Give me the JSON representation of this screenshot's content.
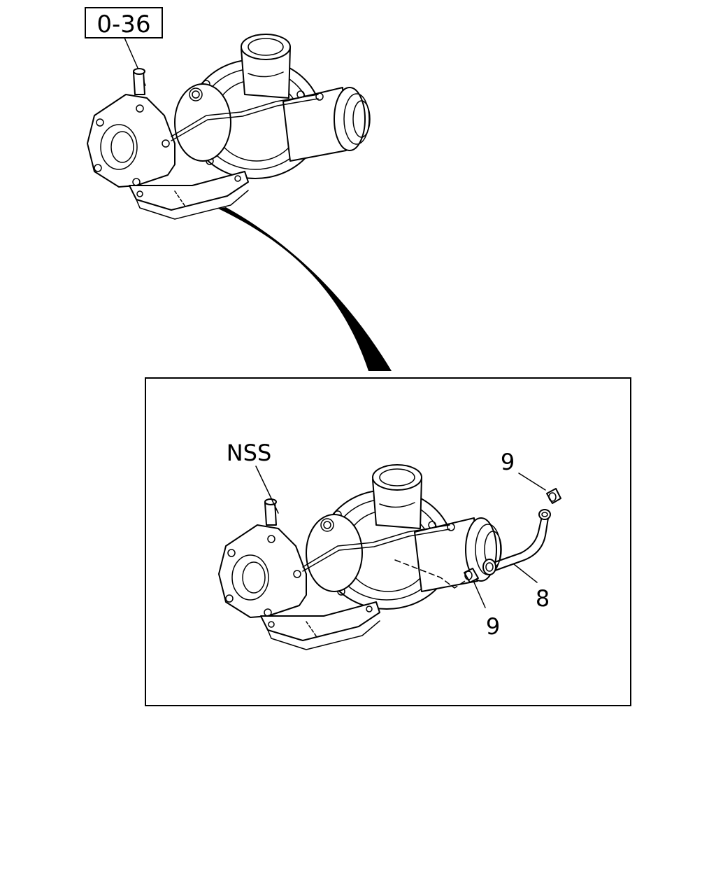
{
  "ref_box": {
    "text": "0-36"
  },
  "callouts": {
    "nss": "NSS",
    "part_9_top": "9",
    "part_9_bottom": "9",
    "part_8": "8"
  }
}
